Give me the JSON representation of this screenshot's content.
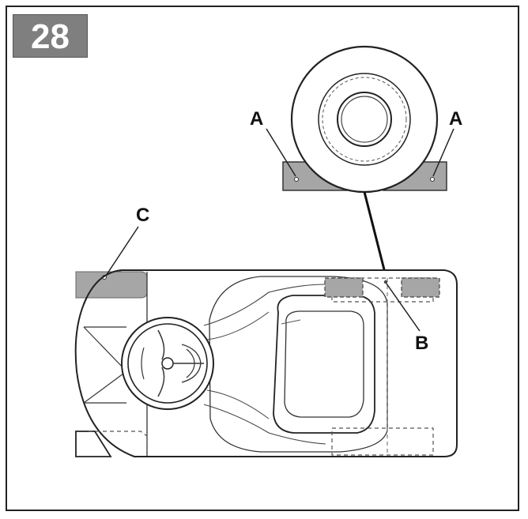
{
  "step": {
    "number": "28"
  },
  "labels": {
    "a_left": "A",
    "a_right": "A",
    "b": "B",
    "c": "C"
  },
  "colors": {
    "highlight_fill": "#a6a6a6",
    "line": "#1a1a1a",
    "badge": "#7f7f7f"
  }
}
